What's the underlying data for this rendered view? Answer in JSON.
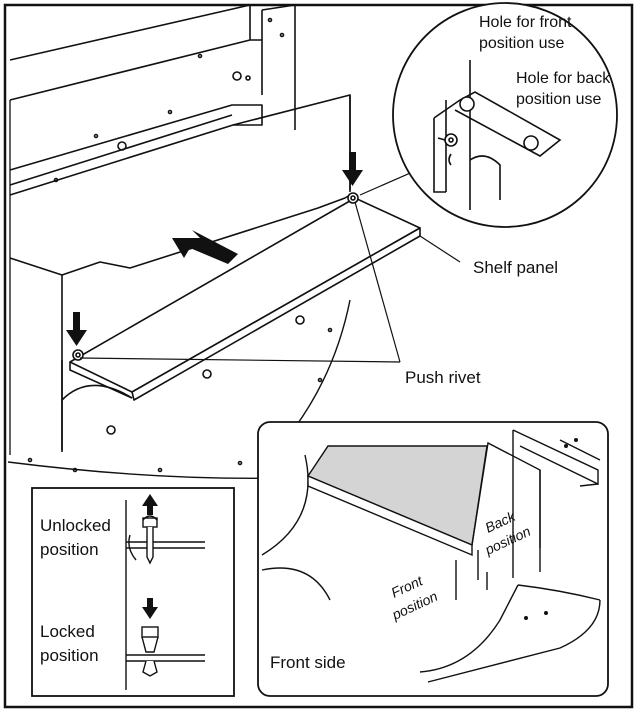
{
  "labels": {
    "hole_front_1": "Hole for front",
    "hole_front_2": "position use",
    "hole_back_1": "Hole for back",
    "hole_back_2": "position use",
    "shelf_panel": "Shelf panel",
    "push_rivet": "Push rivet",
    "unlocked_1": "Unlocked",
    "unlocked_2": "position",
    "locked_1": "Locked",
    "locked_2": "position",
    "front_position_1": "Front",
    "front_position_2": "position",
    "back_position_1": "Back",
    "back_position_2": "position",
    "front_side": "Front side"
  },
  "colors": {
    "line": "#111111",
    "fill_white": "#ffffff",
    "shelf_shade": "#d4d4d4",
    "light_grey": "#e9e9e9"
  }
}
